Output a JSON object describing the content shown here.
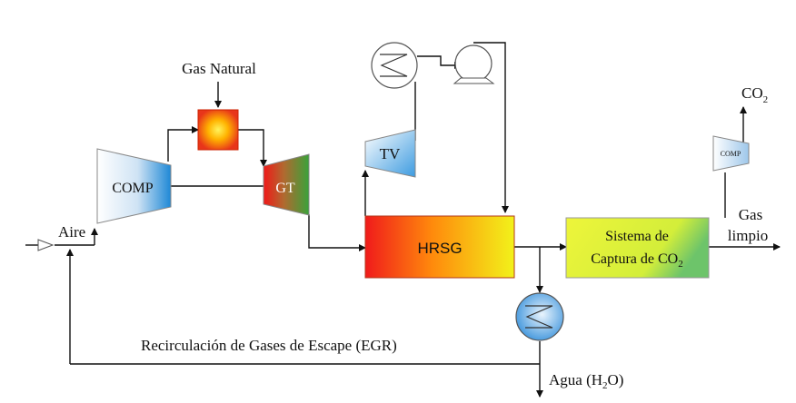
{
  "labels": {
    "aire": "Aire",
    "gas_natural": "Gas Natural",
    "comp": "COMP",
    "gt": "GT",
    "tv": "TV",
    "hrsg": "HRSG",
    "capture_line1": "Sistema de",
    "capture_line2_prefix": "Captura de CO",
    "capture_sub": "2",
    "small_comp": "COMP",
    "co2_prefix": "CO",
    "co2_sub": "2",
    "gas_limpio_line1": "Gas",
    "gas_limpio_line2": "limpio",
    "egr": "Recirculación de Gases de Escape (EGR)",
    "agua_prefix": "Agua (H",
    "agua_sub": "2",
    "agua_suffix": "O)"
  }
}
